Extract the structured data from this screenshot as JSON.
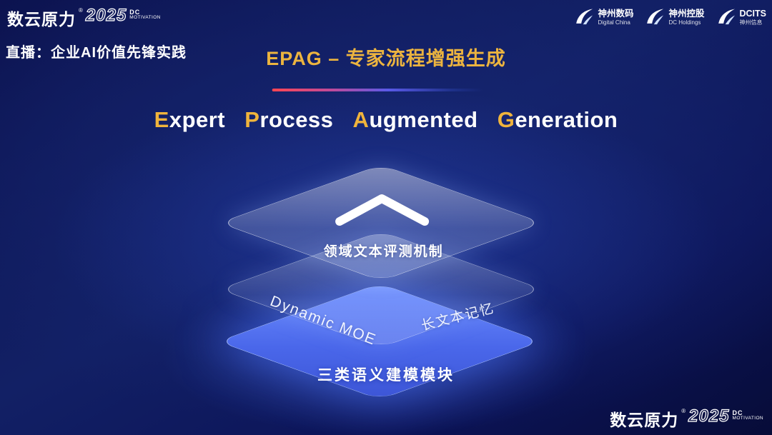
{
  "brand": {
    "name": "数云原力",
    "reg": "®",
    "year": "2025",
    "tag_line1": "DC",
    "tag_line2": "MOTIVATION"
  },
  "header": {
    "live_label": "直播：企业AI价值先锋实践",
    "title": "EPAG – 专家流程增强生成"
  },
  "subtitle": {
    "words": [
      {
        "lead": "E",
        "rest": "xpert"
      },
      {
        "lead": "P",
        "rest": "rocess"
      },
      {
        "lead": "A",
        "rest": "ugmented"
      },
      {
        "lead": "G",
        "rest": "eneration"
      }
    ]
  },
  "logos": [
    {
      "line1": "神州数码",
      "line2": "Digital China"
    },
    {
      "line1": "神州控股",
      "line2": "DC Holdings"
    },
    {
      "line1": "DCITS",
      "line2": "神州信息"
    }
  ],
  "diagram": {
    "top_layer_label": "领域文本评测机制",
    "middle_layer_left_label": "Dynamic MOE",
    "middle_layer_right_label": "长文本记忆",
    "bottom_layer_label": "三类语义建模模块"
  },
  "colors": {
    "accent_gold": "#ecb43f",
    "layer_blue": "#4a67ea",
    "background": "#0c1350",
    "divider_red": "#ff4652"
  }
}
